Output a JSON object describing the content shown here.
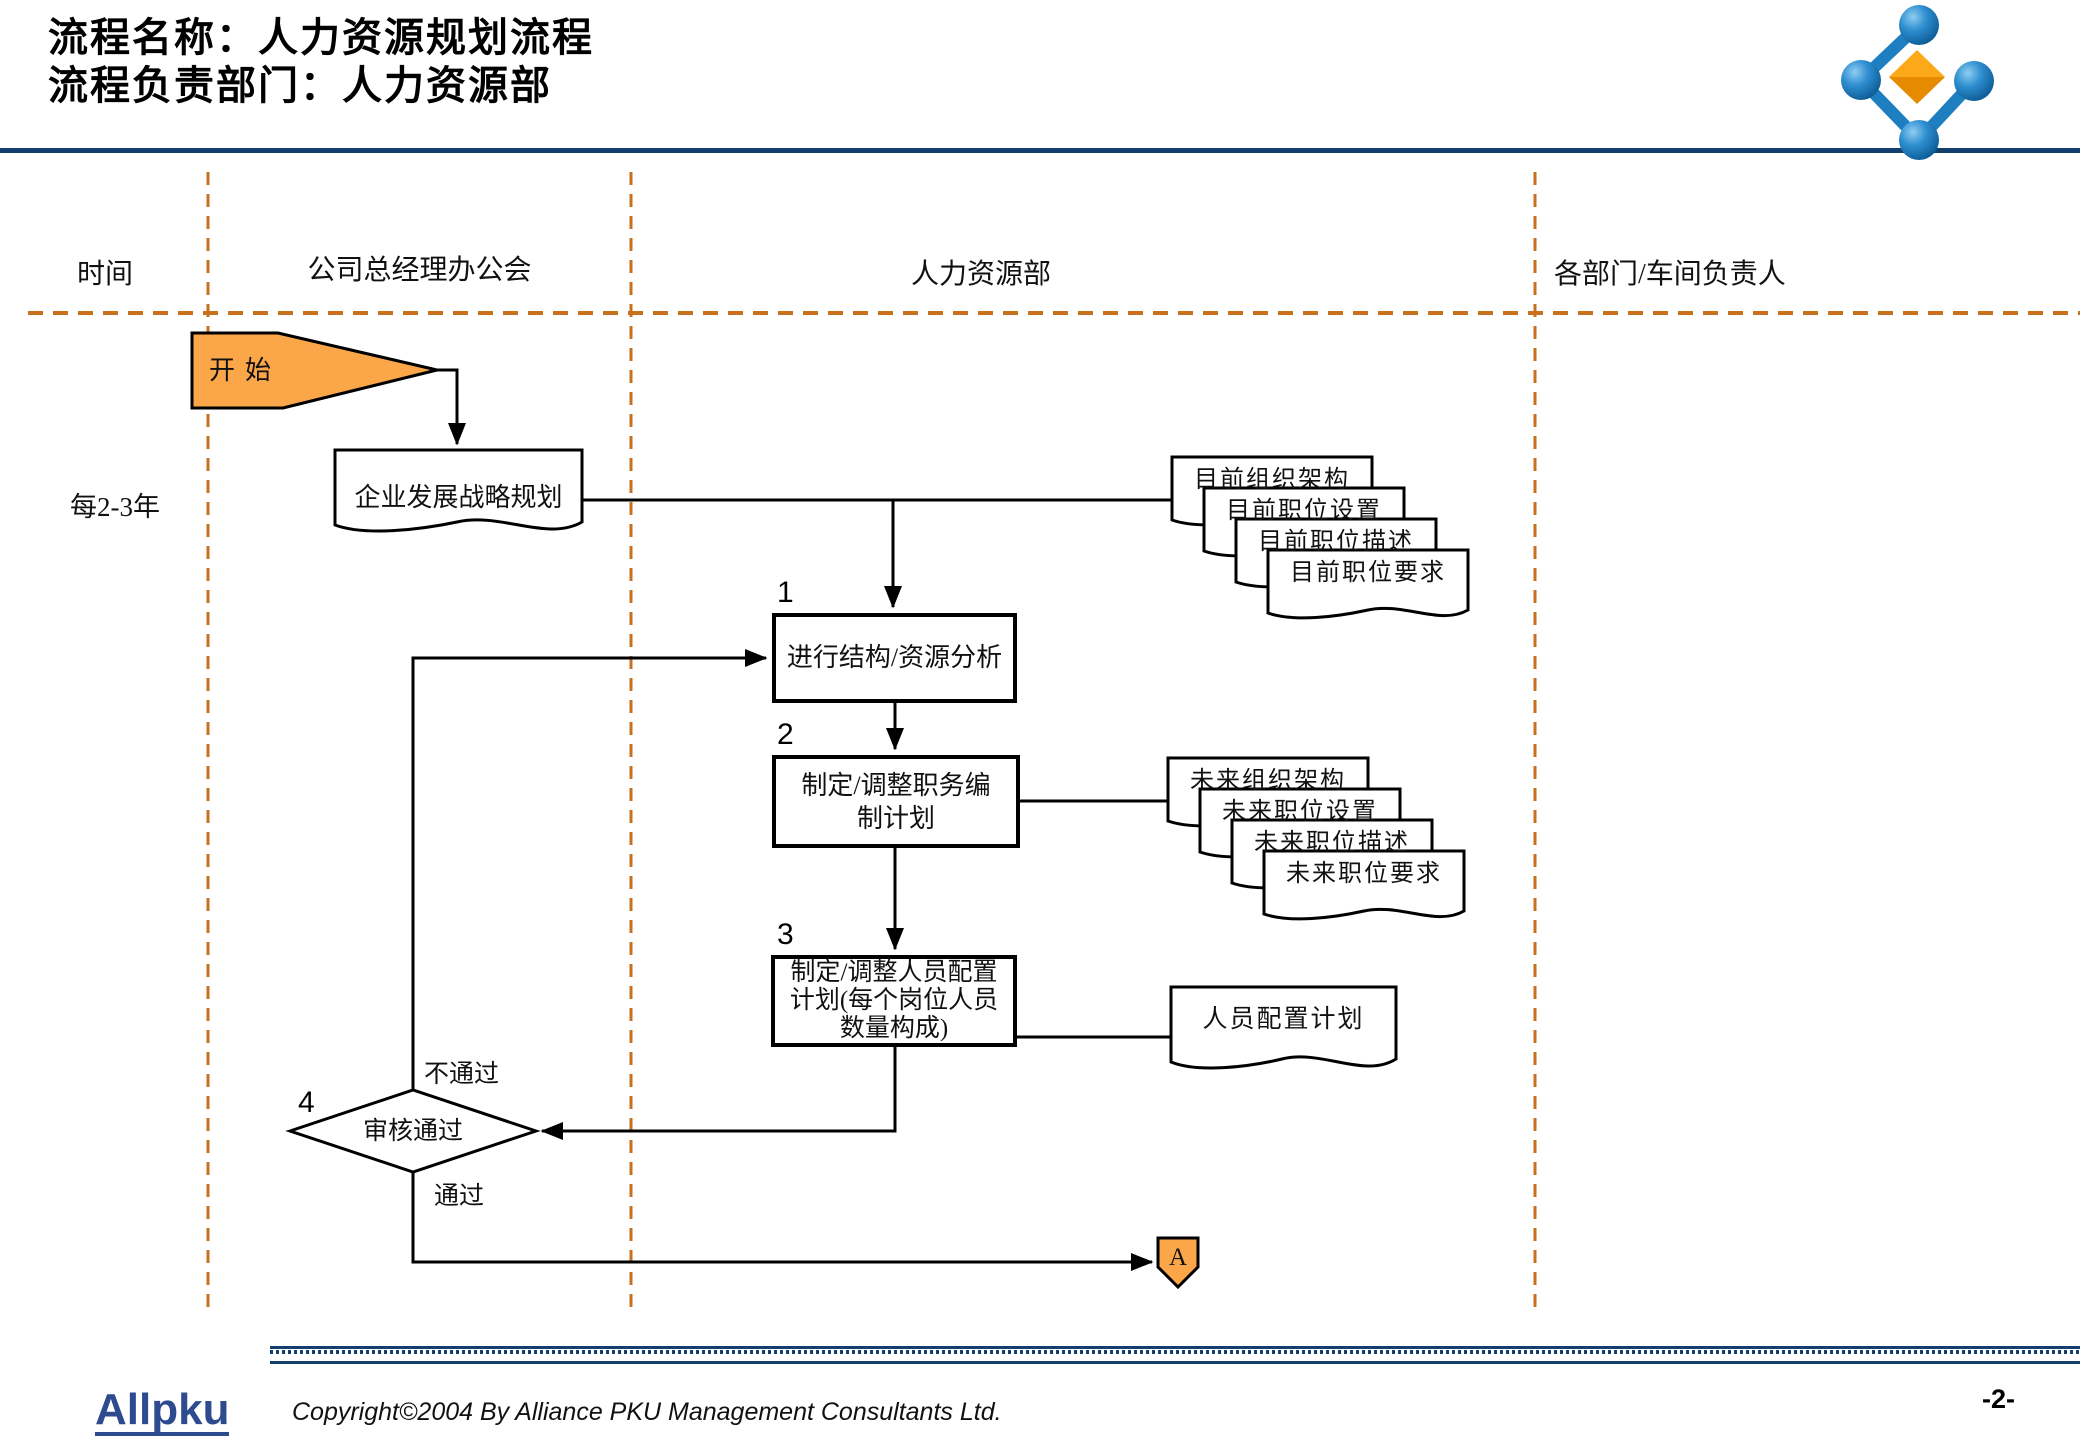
{
  "header": {
    "title_line1": "流程名称：人力资源规划流程",
    "title_line2": "流程负责部门：人力资源部"
  },
  "lanes": {
    "time_label": "时间",
    "gm_office": "公司总经理办公会",
    "hr_dept": "人力资源部",
    "dept_heads": "各部门/车间负责人"
  },
  "flow": {
    "start_label": "开始",
    "time_note": "每2-3年",
    "strategy_doc": "企业发展战略规划",
    "step1": {
      "num": "1",
      "label": "进行结构/资源分析"
    },
    "step2": {
      "num": "2",
      "lines": [
        "制定/调整职务编",
        "制计划"
      ]
    },
    "step3": {
      "num": "3",
      "lines": [
        "制定/调整人员配置",
        "计划(每个岗位人员",
        "数量构成)"
      ]
    },
    "decision": {
      "num": "4",
      "label": "审核通过",
      "no_label": "不通过",
      "yes_label": "通过"
    },
    "current_docs": [
      "目前组织架构",
      "目前职位设置",
      "目前职位描述",
      "目前职位要求"
    ],
    "future_docs": [
      "未来组织架构",
      "未来职位设置",
      "未来职位描述",
      "未来职位要求"
    ],
    "staffing_doc": "人员配置计划",
    "connector_a": "A"
  },
  "footer": {
    "logo": "Allpku",
    "copyright": "Copyright©2004 By Alliance PKU Management Consultants Ltd.",
    "page": "-2-"
  },
  "colors": {
    "accent_orange": "#FAA649",
    "dashed_lane": "#C9701F",
    "header_navy": "#123F6E",
    "logo_blue": "#1D7FC0",
    "footer_navy": "#2E4B8F"
  }
}
